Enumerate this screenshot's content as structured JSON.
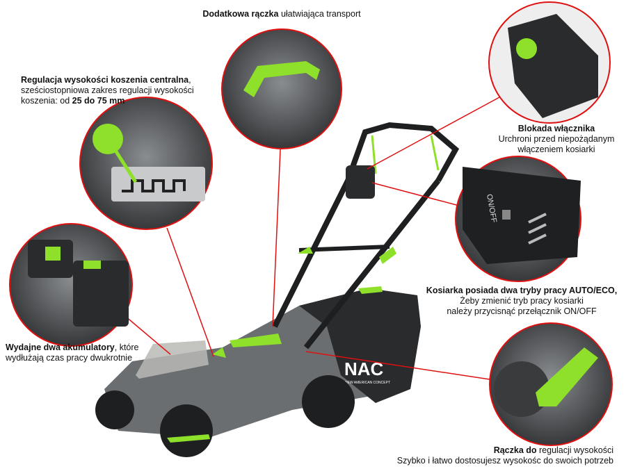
{
  "captions": {
    "handle": {
      "bold": "Dodatkowa rączka",
      "rest": " ułatwiająca transport"
    },
    "height": {
      "bold": "Regulacja wysokości koszenia centralna",
      "line2": ", sześciostopniowa zakres regulacji wysokości koszenia: od ",
      "bold2": "25 do 75 mm"
    },
    "lock": {
      "title": "Blokada włącznika",
      "line1": "Urchroni przed niepożądanym",
      "line2": "włączeniem kosiarki"
    },
    "modes": {
      "title": "Kosiarka posiada dwa tryby pracy AUTO/ECO,",
      "line1": "Żeby zmienić tryb pracy kosiarki",
      "line2": "należy przycisnąć przełącznik ON/OFF"
    },
    "batteries": {
      "bold": "Wydajne dwa akumulatory",
      "rest": ", które wydłużają czas pracy dwukrotnie"
    },
    "adjust": {
      "bold": "Rączka do",
      "rest": " regulacji wysokości",
      "line2": "Szybko i łatwo dostosujesz wysokośc do swoich potrzeb"
    }
  },
  "labels": {
    "brand": "NAC",
    "brand_sub": "NEW AMERICAN CONCEPT",
    "switch": "ON/OFF"
  },
  "colors": {
    "accent": "#8ee02a",
    "line": "#e01010",
    "body": "#6b6e70"
  }
}
